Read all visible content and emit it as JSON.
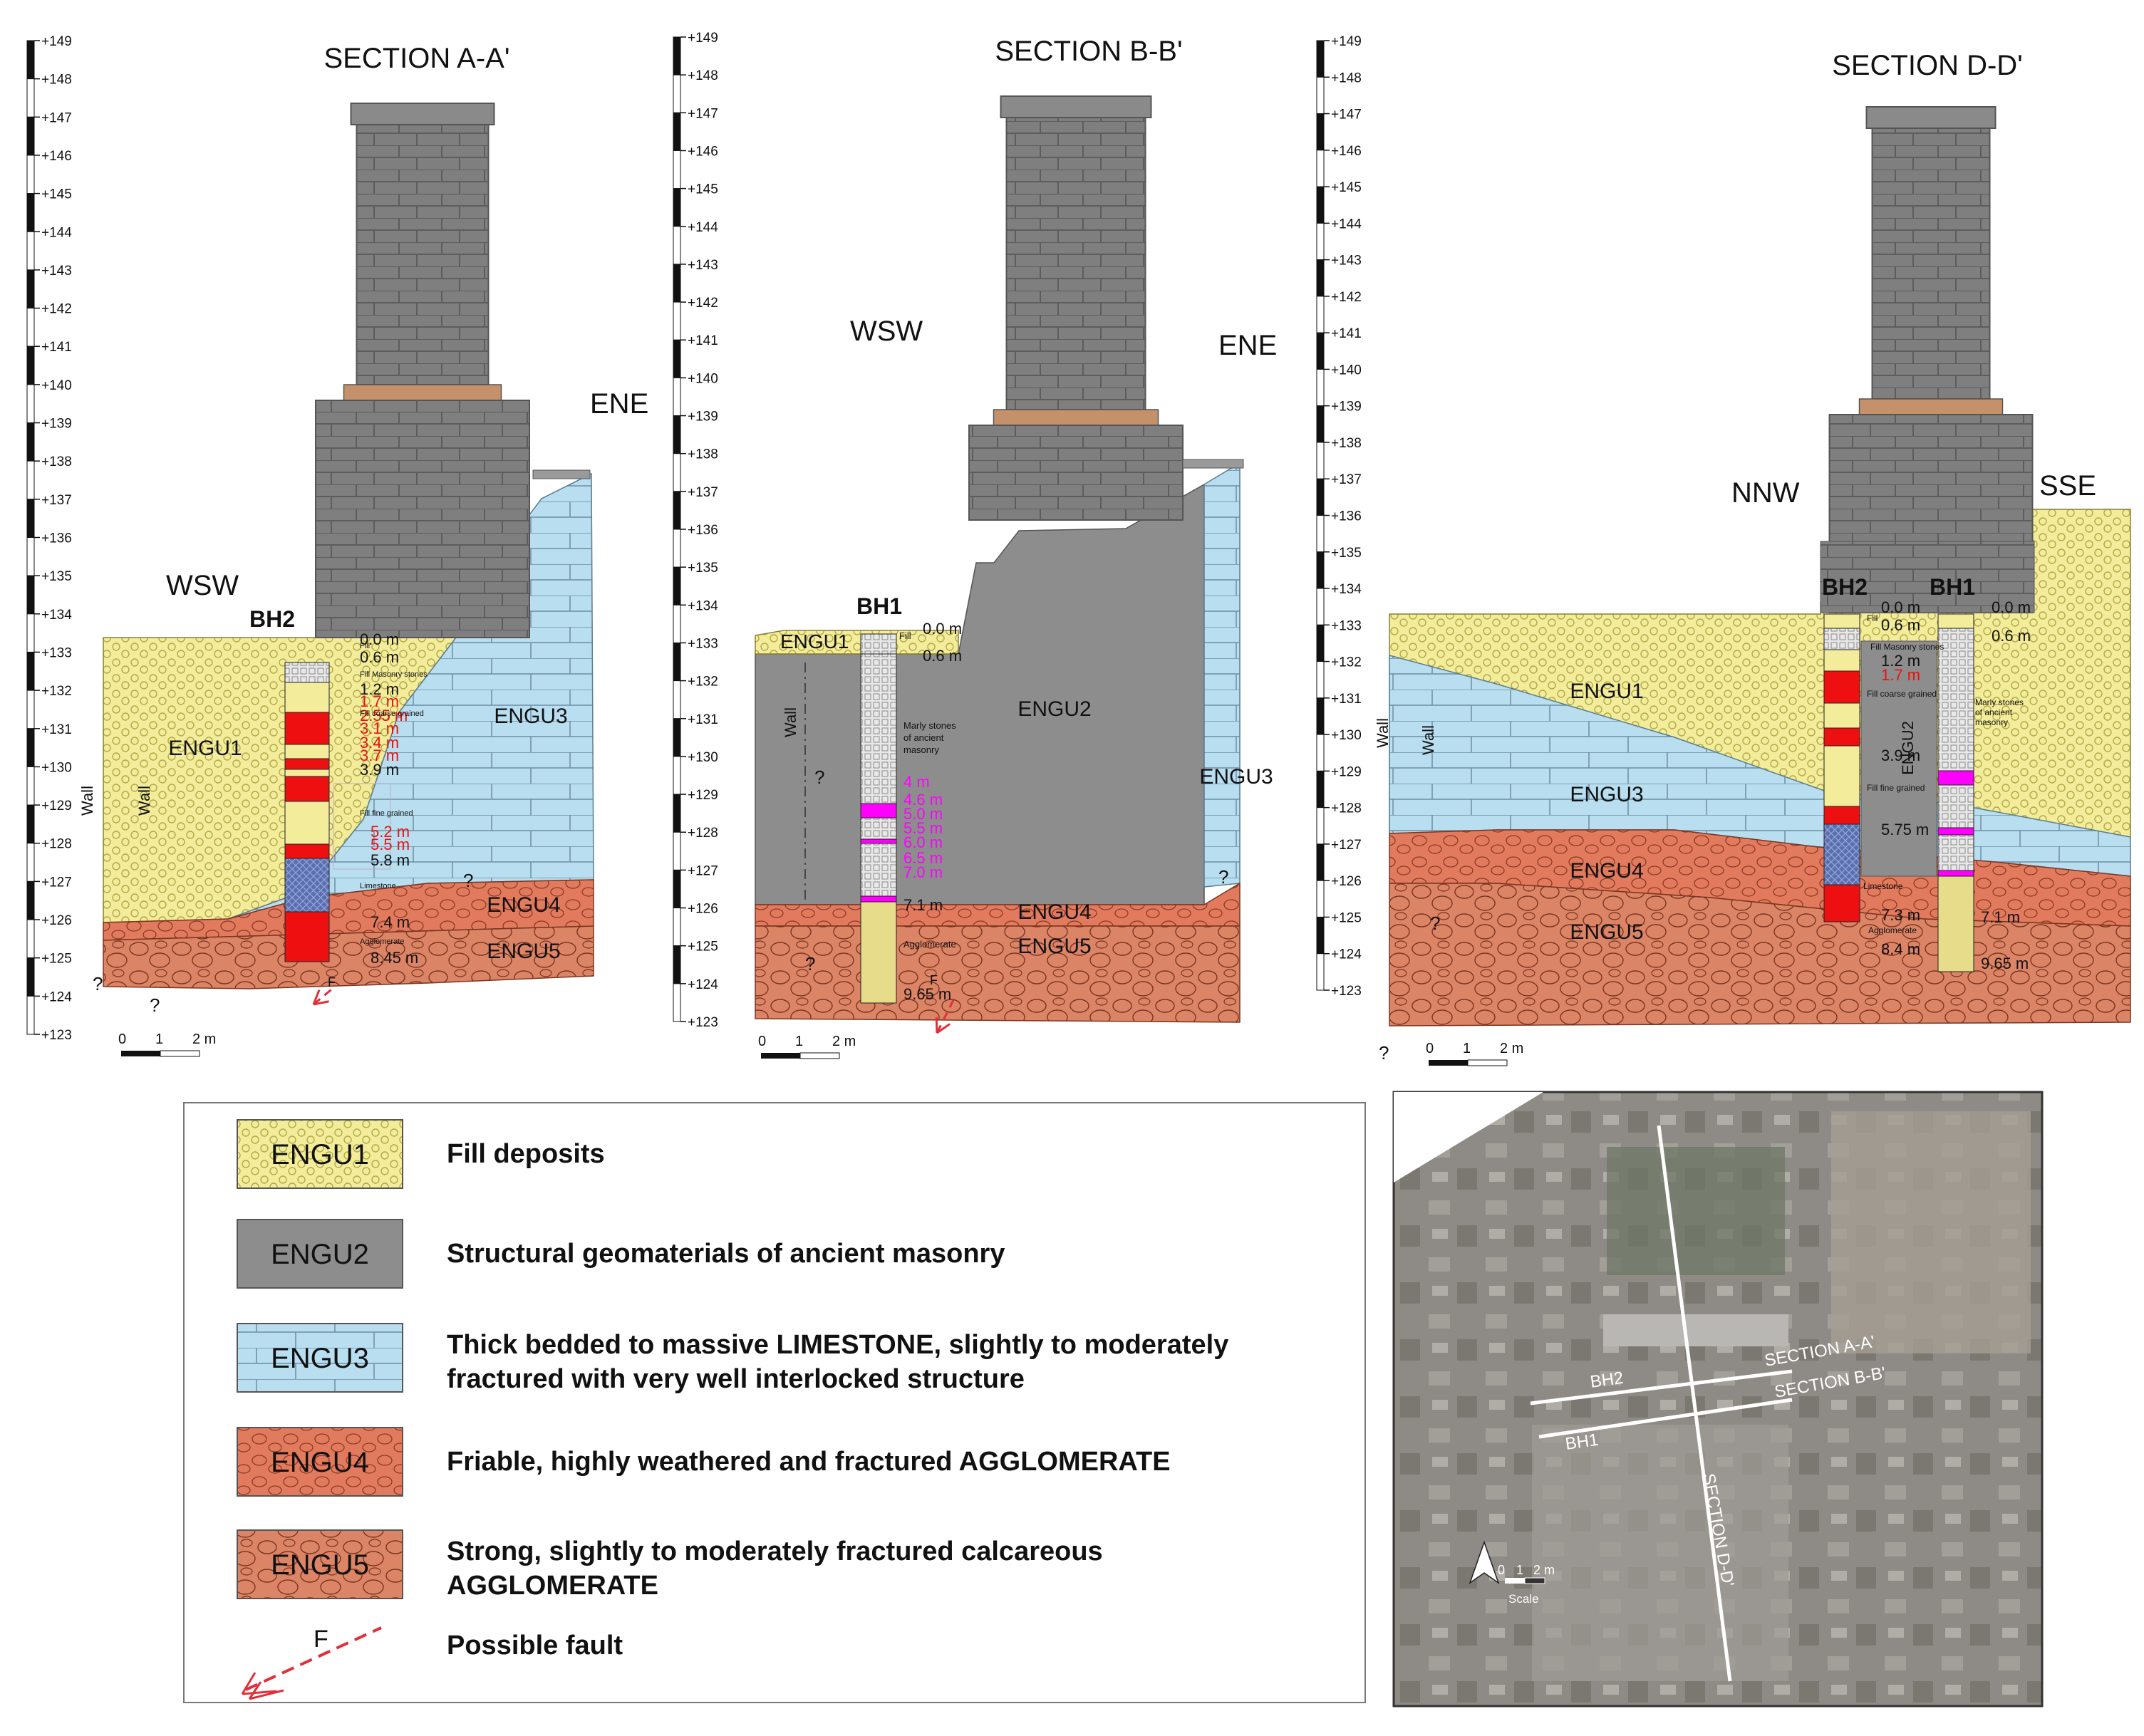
{
  "sections": [
    {
      "title": "SECTION A-A'",
      "left_dir": "WSW",
      "right_dir": "ENE",
      "borehole": "BH2",
      "wall_labels": [
        "Wall",
        "Wall"
      ],
      "units": [
        "ENGU1",
        "ENGU3",
        "ENGU4",
        "ENGU5"
      ],
      "depths": [
        "0.0 m",
        "0.6 m",
        "1.2 m",
        "1.7 m",
        "2.55 m",
        "3.1 m",
        "3.4 m",
        "3.7 m",
        "3.9 m",
        "5.2 m",
        "5.5 m",
        "5.8 m",
        "7.4 m",
        "8.45 m"
      ],
      "notes": [
        "Fill",
        "Fill Masonry stones",
        "Fill coarse grained",
        "Fill fine grained",
        "Limestone",
        "Agglomerate"
      ],
      "fault_label": "F",
      "unknown": "?",
      "scale": [
        "0",
        "1",
        "2 m"
      ]
    },
    {
      "title": "SECTION B-B'",
      "left_dir": "WSW",
      "right_dir": "ENE",
      "borehole": "BH1",
      "wall_labels": [
        "Wall"
      ],
      "units": [
        "ENGU1",
        "ENGU2",
        "ENGU3",
        "ENGU4",
        "ENGU5"
      ],
      "depths": [
        "0.0 m",
        "0.6 m",
        "4 m",
        "4.6 m",
        "5.0 m",
        "5.5 m",
        "6.0 m",
        "6.5 m",
        "7.0 m",
        "7.1 m",
        "9.65 m"
      ],
      "notes": [
        "Fill",
        "Marly stones",
        "of ancient",
        "masonry",
        "Agglomerate"
      ],
      "fault_label": "F",
      "unknown": "?",
      "scale": [
        "0",
        "1",
        "2 m"
      ]
    },
    {
      "title": "SECTION D-D'",
      "left_dir": "NNW",
      "right_dir": "SSE",
      "boreholes": [
        "BH2",
        "BH1"
      ],
      "wall_labels": [
        "Wall",
        "Wall"
      ],
      "units": [
        "ENGU1",
        "ENGU2",
        "ENGU3",
        "ENGU4",
        "ENGU5"
      ],
      "depths_bh2": [
        "0.0 m",
        "0.6 m",
        "1.2 m",
        "1.7 m",
        "3.9 m",
        "5.75 m",
        "7.3 m",
        "8.4 m"
      ],
      "depths_bh1": [
        "0.0 m",
        "0.6 m",
        "7.1 m",
        "9.65 m"
      ],
      "notes": [
        "Fill",
        "Fill Masonry stones",
        "Fill coarse grained",
        "Fill fine grained",
        "Limestone",
        "Agglomerate",
        "Marly stones",
        "of ancient",
        "masonry"
      ],
      "unknown": "?",
      "scale": [
        "0",
        "1",
        "2 m"
      ]
    }
  ],
  "elevation_ticks": [
    "+149",
    "+148",
    "+147",
    "+146",
    "+145",
    "+144",
    "+143",
    "+142",
    "+141",
    "+140",
    "+139",
    "+138",
    "+137",
    "+136",
    "+135",
    "+134",
    "+133",
    "+132",
    "+131",
    "+130",
    "+129",
    "+128",
    "+127",
    "+126",
    "+125",
    "+124",
    "+123"
  ],
  "legend": {
    "items": [
      {
        "unit": "ENGU1",
        "lines": [
          "Fill deposits"
        ]
      },
      {
        "unit": "ENGU2",
        "lines": [
          "Structural geomaterials of ancient masonry"
        ]
      },
      {
        "unit": "ENGU3",
        "lines": [
          "Thick bedded to massive LIMESTONE, slightly to moderately",
          "fractured with very well interlocked structure"
        ]
      },
      {
        "unit": "ENGU4",
        "lines": [
          "Friable, highly weathered and fractured AGGLOMERATE"
        ]
      },
      {
        "unit": "ENGU5",
        "lines": [
          "Strong, slightly to moderately fractured calcareous",
          "AGGLOMERATE"
        ]
      },
      {
        "unit": "F",
        "lines": [
          "Possible fault"
        ]
      }
    ]
  },
  "map": {
    "labels": {
      "section_a": "SECTION A-A'",
      "section_b": "SECTION B-B'",
      "section_d": "SECTION D-D'",
      "bh2": "BH2",
      "bh1": "BH1",
      "scale": [
        "0",
        "1",
        "2 m"
      ],
      "scale_word": "Scale"
    }
  },
  "colors": {
    "engu1": "#f3ec9a",
    "engu2": "#8d8d8d",
    "engu3": "#b8def0",
    "engu4": "#e27a5e",
    "engu5": "#dc8466",
    "monument": "#7f7f80",
    "fault": "#e0303a",
    "bh_red": "#ee1010",
    "bh_magenta": "#ff00ff"
  }
}
